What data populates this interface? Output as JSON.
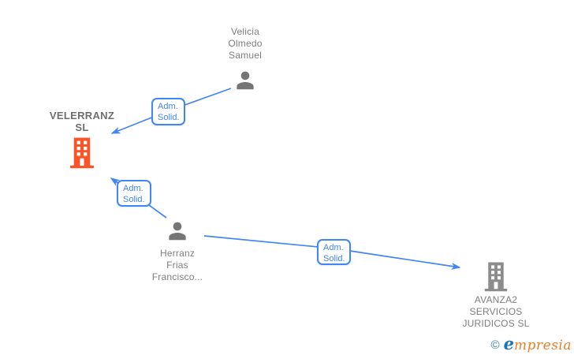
{
  "diagram": {
    "nodes": [
      {
        "id": "velicia-olmedo-samuel",
        "type": "person",
        "icon": "person-icon",
        "label": "Velicia\nOlmedo\nSamuel"
      },
      {
        "id": "velerranz-sl",
        "type": "company",
        "icon": "building-icon",
        "highlighted": true,
        "label": "VELERRANZ\nSL"
      },
      {
        "id": "herranz-frias-francisco",
        "type": "person",
        "icon": "person-icon",
        "label": "Herranz\nFrias\nFrancisco..."
      },
      {
        "id": "avanza2-servicios-juridicos-sl",
        "type": "company",
        "icon": "building-icon",
        "highlighted": false,
        "label": "AVANZA2\nSERVICIOS\nJURIDICOS SL"
      }
    ],
    "edges": [
      {
        "from": "Velicia Olmedo Samuel",
        "to": "VELERRANZ SL",
        "relation": "Adm. Solid.",
        "label": "Adm.\nSolid."
      },
      {
        "from": "Herranz Frias Francisco...",
        "to": "VELERRANZ SL",
        "relation": "Adm. Solid.",
        "label": "Adm.\nSolid."
      },
      {
        "from": "Herranz Frias Francisco...",
        "to": "AVANZA2 SERVICIOS JURIDICOS SL",
        "relation": "Adm. Solid.",
        "label": "Adm.\nSolid."
      }
    ]
  },
  "watermark": {
    "copyright_symbol": "©",
    "brand_initial": "e",
    "brand_rest": "mpresia"
  },
  "colors": {
    "edge_blue": "#4285f4",
    "highlight_company_orange": "#fa5428",
    "company_icon_gray": "#8c8c8c",
    "person_icon_gray": "#757575",
    "label_text_gray": "#7d7d7d",
    "brand_blue": "#1576bd",
    "brand_orange": "#ef7d25",
    "copyright_teal": "#2e7fa6",
    "background": "#ffffff"
  }
}
